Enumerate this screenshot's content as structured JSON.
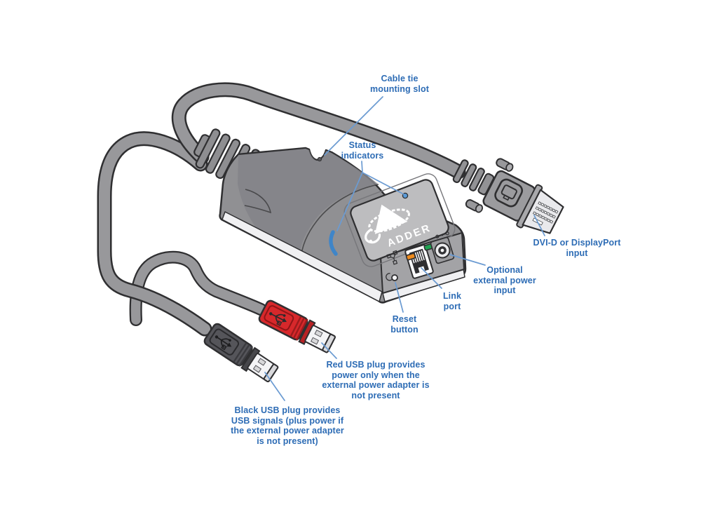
{
  "figure": {
    "brand_text": "ADDER",
    "callouts": {
      "cable_tie_mounting_slot": "Cable tie\nmounting slot",
      "status_indicators": "Status\nindicators",
      "dvi_input": "DVI-D or DisplayPort\ninput",
      "external_power_input": "Optional\nexternal power\ninput",
      "link_port": "Link\nport",
      "reset_button": "Reset\nbutton",
      "red_usb_plug": "Red USB plug provides\npower only when the\nexternal power adapter is\nnot present",
      "black_usb_plug": "Black USB plug provides\nUSB signals (plus power if\nthe external power adapter\nis not present)"
    },
    "colors": {
      "callout_text": "#2d6cb5",
      "callout_line": "#6b9bd2",
      "outline": "#2f2f31",
      "cable_gray": "#98989b",
      "body_gray": "#909093",
      "body_dark_gray": "#85858a",
      "front_face_gray": "#a3a3a6",
      "label_gray": "#bdbdbf",
      "base_white": "#f0f0f2",
      "plug_red": "#d7282b",
      "led_orange": "#ef8b1d",
      "led_green": "#1fa251",
      "status_led_blue": "#3f85c8",
      "metal_white": "#f4f4f6"
    },
    "icons": [
      "usb-trident-icon",
      "adder-snake-logo-icon",
      "network-lan-icon",
      "dc-polarity-icon",
      "reset-arc-icon",
      "monitor-icon",
      "cable-tie-slot"
    ]
  }
}
